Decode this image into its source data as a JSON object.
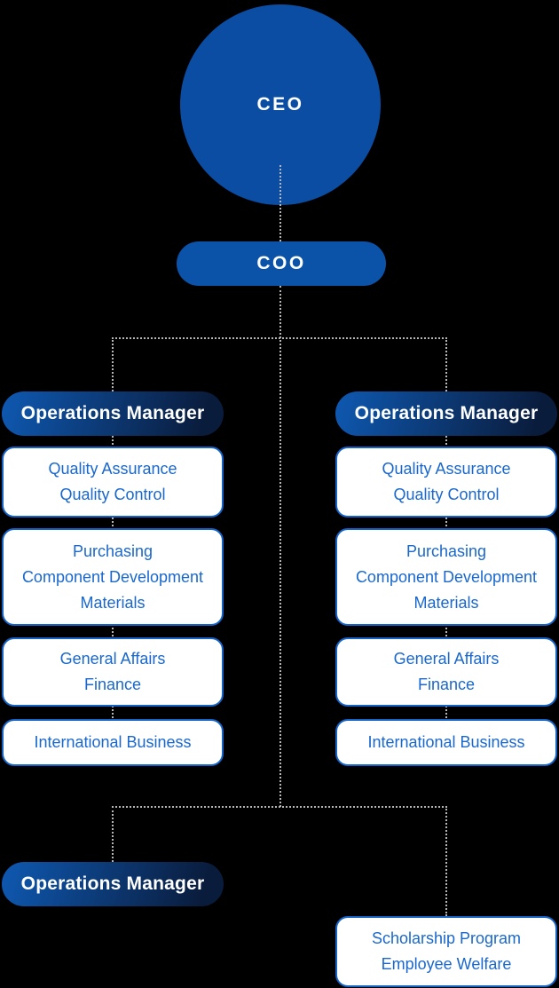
{
  "title": "Organization chart",
  "colors": {
    "background": "#000000",
    "ceo_circle_inner": "#0a4da2",
    "ceo_circle_ring": "#0d57b0",
    "coo_pill": "#0b53a8",
    "manager_gradient_start": "#0e59b2",
    "manager_gradient_end": "#0a1c3c",
    "department_border": "#1663c7",
    "department_text": "#1a68cd",
    "node_text": "#ffffff",
    "connector": "#b5b5b5"
  },
  "ceo": {
    "label": "CEO"
  },
  "coo": {
    "label": "COO"
  },
  "branches": [
    {
      "manager": "Operations Manager",
      "departments": [
        {
          "lines": [
            "Quality Assurance",
            "Quality Control"
          ]
        },
        {
          "lines": [
            "Purchasing",
            "Component Development",
            "Materials"
          ]
        },
        {
          "lines": [
            "General Affairs",
            "Finance"
          ]
        },
        {
          "lines": [
            "International Business"
          ]
        }
      ]
    },
    {
      "manager": "Operations Manager",
      "departments": [
        {
          "lines": [
            "Quality Assurance",
            "Quality Control"
          ]
        },
        {
          "lines": [
            "Purchasing",
            "Component Development",
            "Materials"
          ]
        },
        {
          "lines": [
            "General Affairs",
            "Finance"
          ]
        },
        {
          "lines": [
            "International Business"
          ]
        }
      ]
    }
  ],
  "bottom_branch": {
    "manager": "Operations Manager",
    "departments": [
      {
        "lines": [
          "Scholarship Program",
          "Employee Welfare"
        ]
      }
    ]
  }
}
